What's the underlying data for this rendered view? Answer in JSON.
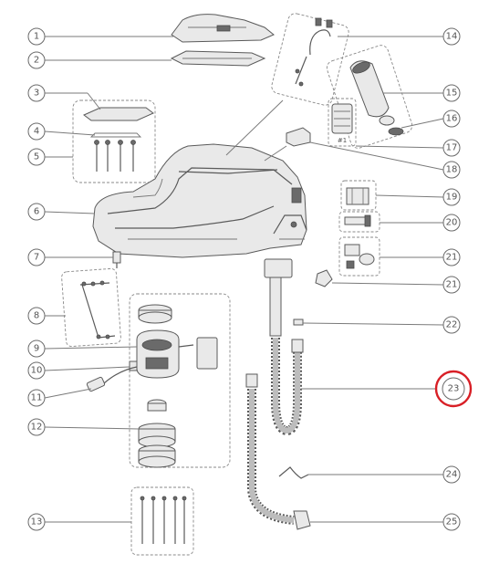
{
  "callouts": [
    {
      "id": 1,
      "label": "1"
    },
    {
      "id": 2,
      "label": "2"
    },
    {
      "id": 3,
      "label": "3"
    },
    {
      "id": 4,
      "label": "4"
    },
    {
      "id": 5,
      "label": "5"
    },
    {
      "id": 6,
      "label": "6"
    },
    {
      "id": 7,
      "label": "7"
    },
    {
      "id": 8,
      "label": "8"
    },
    {
      "id": 9,
      "label": "9"
    },
    {
      "id": 10,
      "label": "10"
    },
    {
      "id": 11,
      "label": "11"
    },
    {
      "id": 12,
      "label": "12"
    },
    {
      "id": 13,
      "label": "13"
    },
    {
      "id": 14,
      "label": "14"
    },
    {
      "id": 15,
      "label": "15"
    },
    {
      "id": 16,
      "label": "16"
    },
    {
      "id": 17,
      "label": "17"
    },
    {
      "id": 18,
      "label": "18"
    },
    {
      "id": 19,
      "label": "19"
    },
    {
      "id": 20,
      "label": "20"
    },
    {
      "id": 21,
      "label": "21"
    },
    {
      "id": 22,
      "label": "21"
    },
    {
      "id": 23,
      "label": "22"
    },
    {
      "id": 24,
      "label": "23"
    },
    {
      "id": 25,
      "label": "24"
    },
    {
      "id": 26,
      "label": "25"
    }
  ],
  "highlight": {
    "label": "23",
    "color": "#d81f26"
  },
  "sublabel": "#1"
}
